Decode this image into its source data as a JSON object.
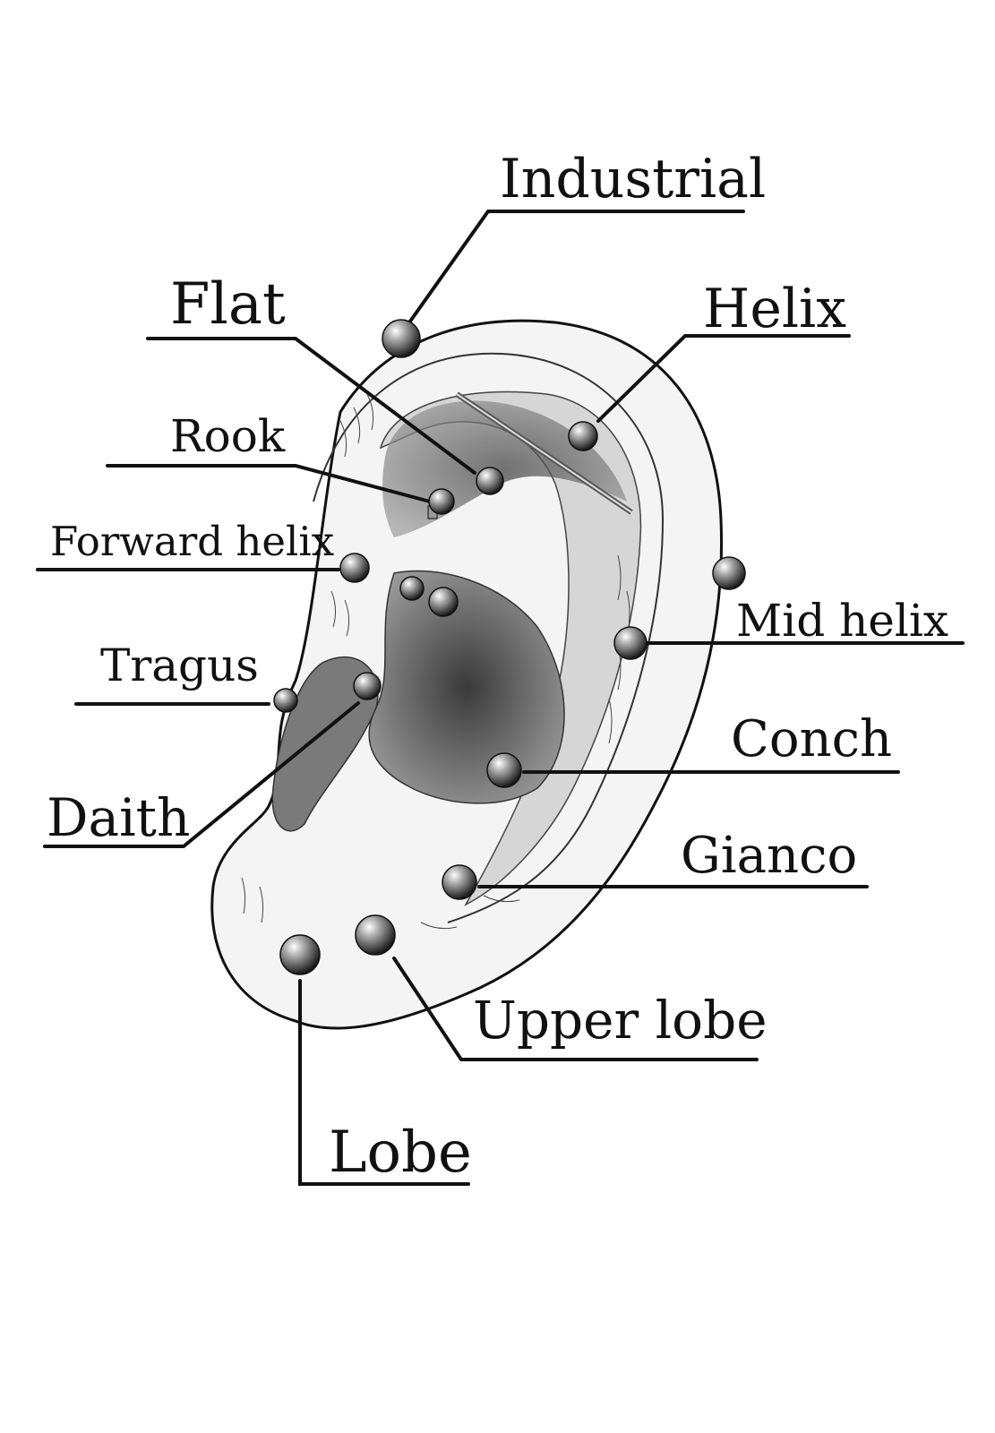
{
  "labels": {
    "industrial": "Industrial",
    "flat": "Flat",
    "helix": "Helix",
    "rook": "Rook",
    "forward_helix": "Forward helix",
    "mid_helix": "Mid helix",
    "tragus": "Tragus",
    "conch": "Conch",
    "daith": "Daith",
    "gianco": "Gianco",
    "upper_lobe": "Upper lobe",
    "lobe": "Lobe"
  },
  "colors": {
    "ink": "#111111",
    "ear_fill": "#f4f4f4",
    "shade": "#8a8a8a"
  }
}
